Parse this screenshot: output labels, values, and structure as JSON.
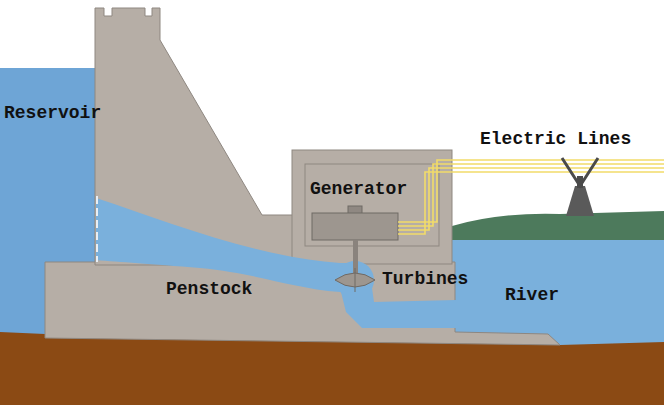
{
  "diagram": {
    "labels": [
      "Reservoir",
      "Generator",
      "Penstock",
      "Turbines",
      "Electric Lines",
      "River"
    ]
  }
}
